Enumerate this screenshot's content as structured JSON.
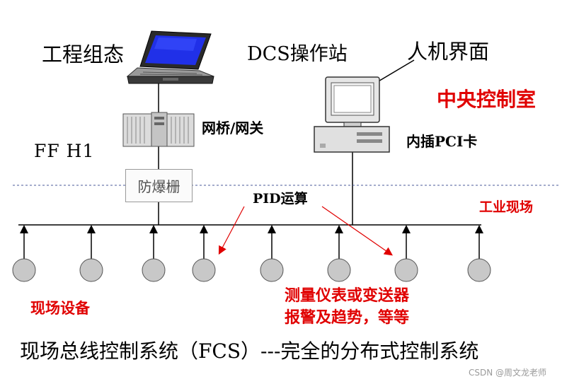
{
  "labels": {
    "engineering": "工程组态",
    "dcs_station": "DCS操作站",
    "hmi": "人机界面",
    "central_room": "中央控制室",
    "bridge_gateway": "网桥/网关",
    "pci_card": "内插PCI卡",
    "ff_h1": "FF H1",
    "barrier": "防爆栅",
    "pid": "PID运算",
    "field": "工业现场",
    "field_devices": "现场设备",
    "measure_line1": "测量仪表或变送器",
    "measure_line2": "报警及趋势，等等",
    "caption": "现场总线控制系统（FCS）---完全的分布式控制系统",
    "watermark": "CSDN @周文龙老师"
  },
  "colors": {
    "accent_red": "#e00000",
    "dashed_line": "#4a5a9a",
    "device_fill": "#c8c8c8"
  },
  "icons": [
    "laptop-icon",
    "server-rack-icon",
    "desktop-computer-icon"
  ],
  "devices": [
    "device-1",
    "device-2",
    "device-3",
    "device-4",
    "device-5",
    "device-6",
    "device-7",
    "device-8"
  ]
}
